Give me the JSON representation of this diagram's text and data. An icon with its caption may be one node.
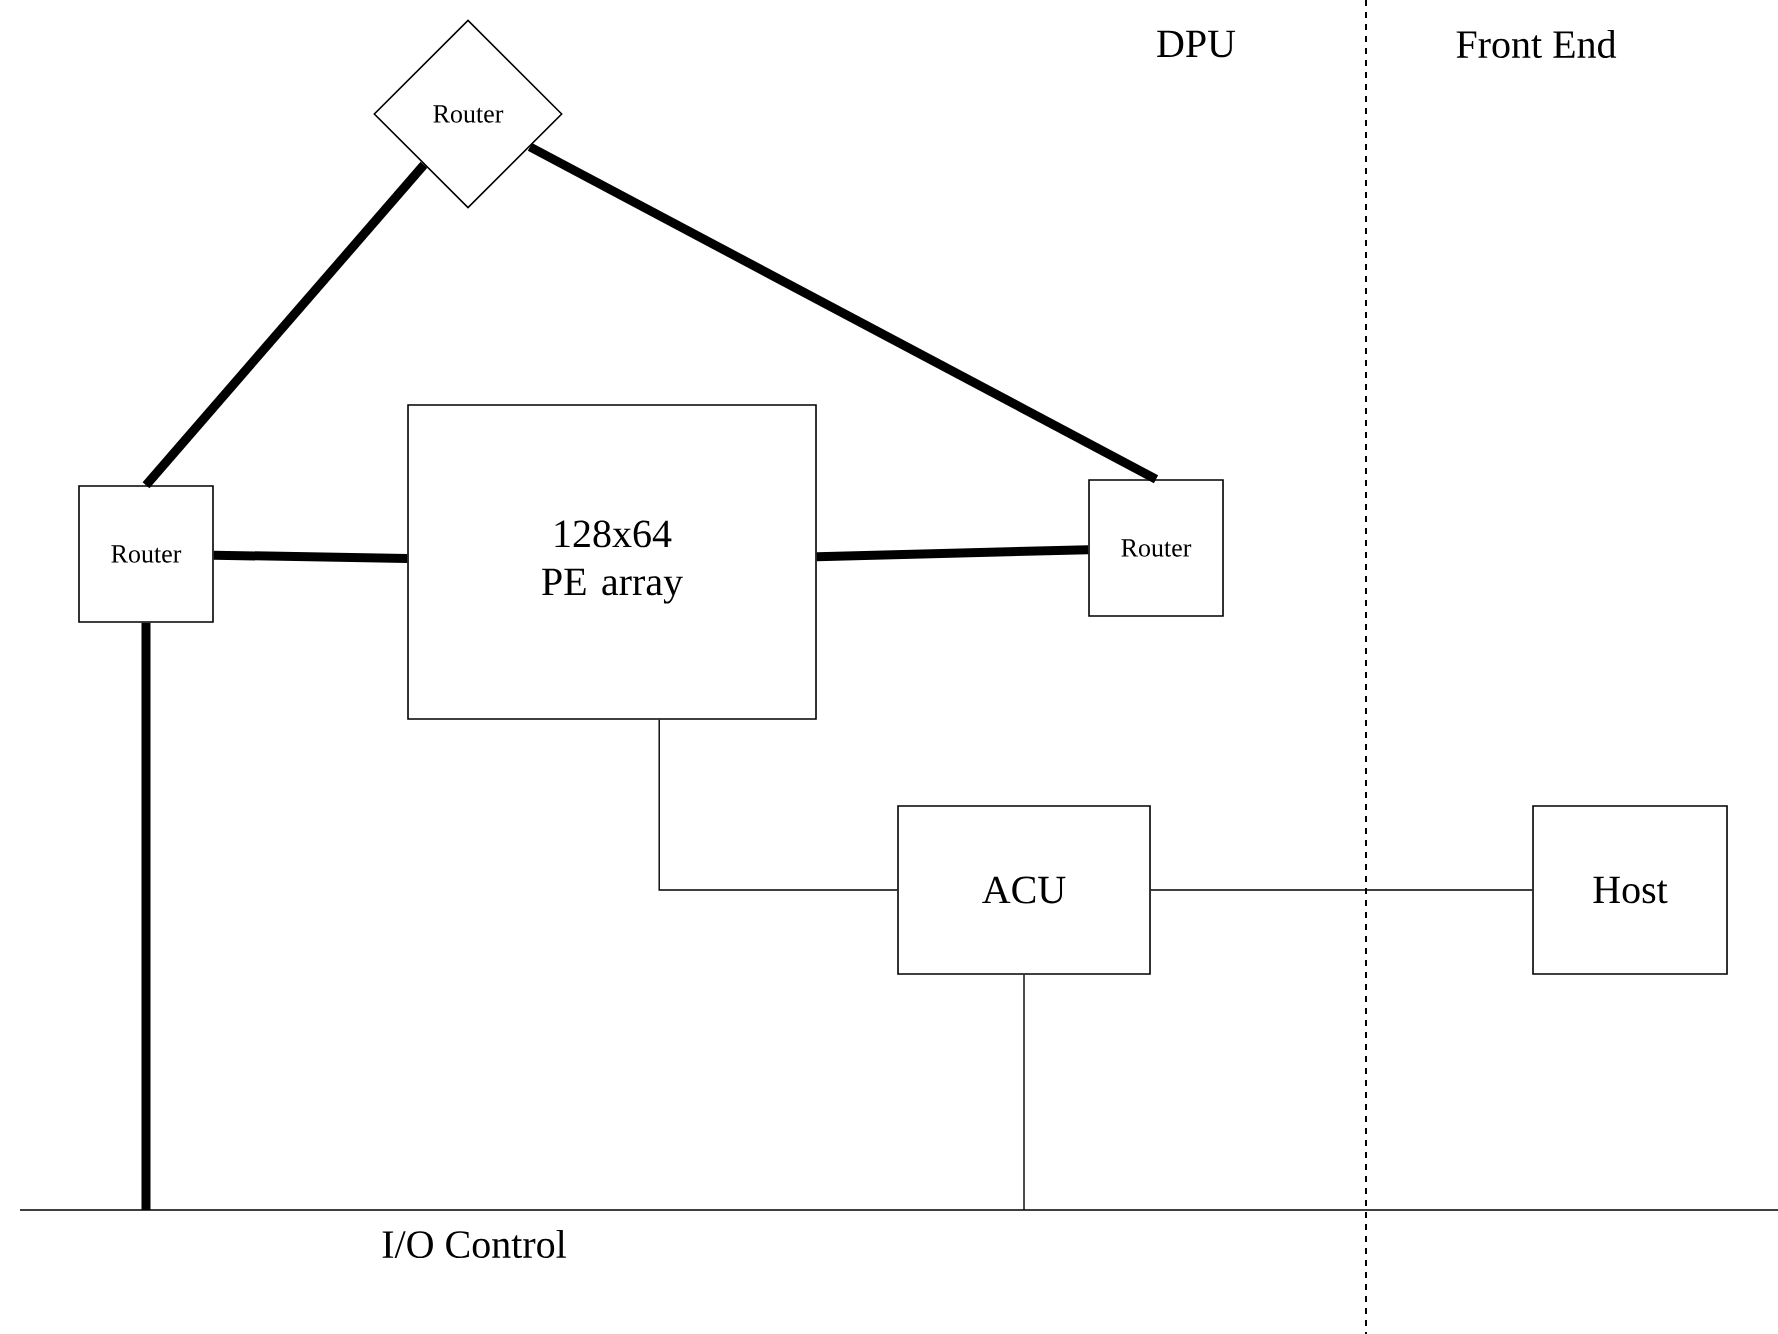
{
  "diagram": {
    "nodes": [
      {
        "text": [
          "Router"
        ]
      },
      {
        "text": [
          "Router"
        ]
      },
      {
        "text": [
          "128x64 PE array"
        ]
      },
      {
        "text": [
          "Router"
        ]
      },
      {
        "text": [
          "ACU"
        ]
      },
      {
        "text": [
          "Host"
        ]
      },
      {
        "text": [
          "I/O Control"
        ]
      }
    ],
    "edges": [
      {
        "from": 0,
        "to": 1,
        "arrow": "none"
      },
      {
        "from": 0,
        "to": 3,
        "arrow": "none"
      },
      {
        "from": 1,
        "to": 2,
        "arrow": "none"
      },
      {
        "from": 2,
        "to": 3,
        "arrow": "none"
      },
      {
        "from": 2,
        "to": 4,
        "arrow": "none"
      },
      {
        "from": 4,
        "to": 5,
        "arrow": "none"
      },
      {
        "from": 1,
        "to": 6,
        "arrow": "none"
      },
      {
        "from": 4,
        "to": 6,
        "arrow": "none"
      }
    ],
    "labels": [
      "DPU",
      "Front End"
    ]
  }
}
